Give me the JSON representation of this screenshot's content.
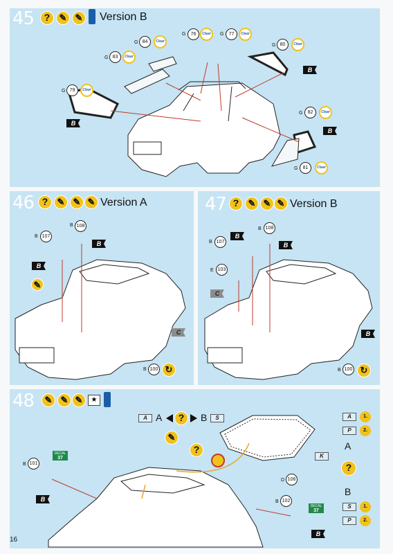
{
  "page_number": "16",
  "clear_label": "Clear",
  "step45": {
    "number": "45",
    "title": "Version B",
    "parts": [
      {
        "letter": "G",
        "id": "76"
      },
      {
        "letter": "G",
        "id": "77"
      },
      {
        "letter": "G",
        "id": "84"
      },
      {
        "letter": "G",
        "id": "83"
      },
      {
        "letter": "G",
        "id": "80"
      },
      {
        "letter": "G",
        "id": "79"
      },
      {
        "letter": "G",
        "id": "82"
      },
      {
        "letter": "G",
        "id": "81"
      }
    ],
    "flag": "B"
  },
  "step46": {
    "number": "46",
    "title": "Version A",
    "parts": [
      {
        "letter": "B",
        "id": "107"
      },
      {
        "letter": "B",
        "id": "108"
      },
      {
        "letter": "B",
        "id": "100"
      }
    ],
    "flag_b": "B",
    "flag_c": "C"
  },
  "step47": {
    "number": "47",
    "title": "Version B",
    "parts": [
      {
        "letter": "B",
        "id": "107"
      },
      {
        "letter": "B",
        "id": "108"
      },
      {
        "letter": "E",
        "id": "103"
      },
      {
        "letter": "B",
        "id": "100"
      }
    ],
    "flag_b": "B",
    "flag_c": "C"
  },
  "step48": {
    "number": "48",
    "legend": {
      "a": "A",
      "a_text": "A",
      "b_text": "B",
      "s": "S",
      "k": "K",
      "p": "P"
    },
    "options": {
      "one": "1.",
      "two": "2."
    },
    "side_a": "A",
    "side_b": "B",
    "parts": [
      {
        "letter": "B",
        "id": "101"
      },
      {
        "letter": "D",
        "id": "106"
      },
      {
        "letter": "B",
        "id": "102"
      }
    ],
    "decal_label": "DECAL",
    "decal_number": "37",
    "flag": "B"
  }
}
